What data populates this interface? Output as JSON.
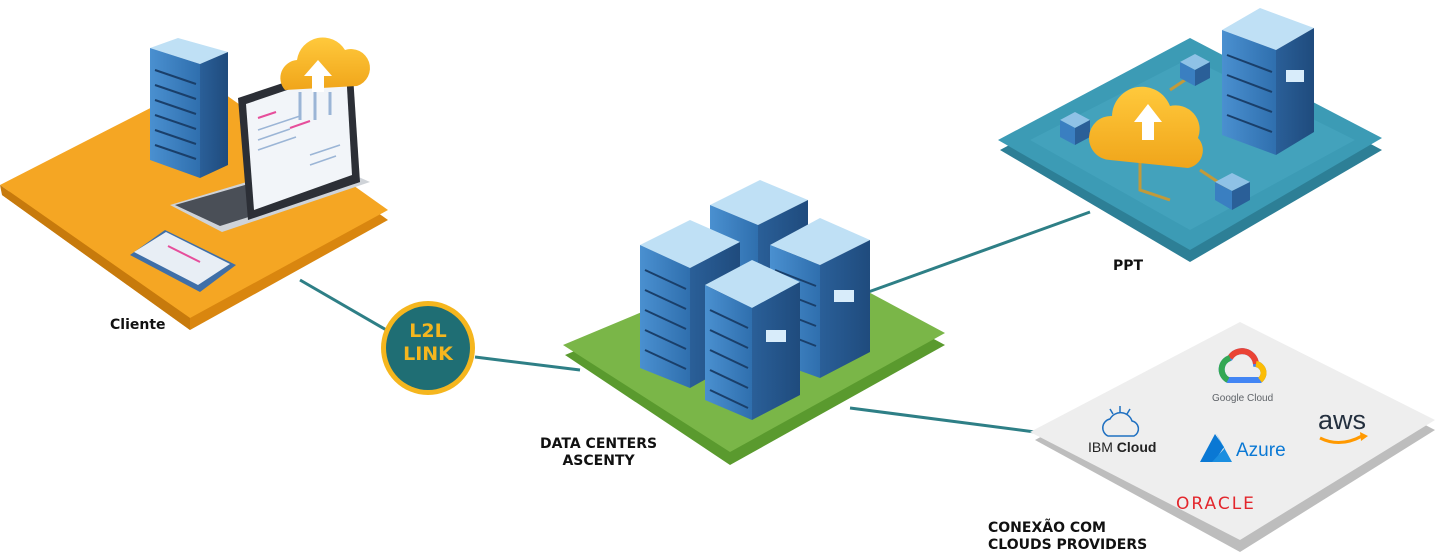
{
  "nodes": {
    "cliente": {
      "label": "Cliente"
    },
    "link": {
      "line1": "L2L",
      "line2": "LINK"
    },
    "datacenters": {
      "line1": "DATA CENTERS",
      "line2": "ASCENTY"
    },
    "ppt": {
      "label": "PPT"
    },
    "clouds": {
      "line1": "CONEXÃO COM",
      "line2": "CLOUDS PROVIDERS"
    }
  },
  "providers": {
    "google": "Google Cloud",
    "ibm_plain": "IBM",
    "ibm_bold": "Cloud",
    "azure": "Azure",
    "aws": "aws",
    "oracle": "ORACLE"
  },
  "colors": {
    "cliente_platform": "#f5a623",
    "datacenter_platform": "#7ab648",
    "ppt_platform": "#3c9bb5",
    "clouds_platform": "#e6e6e6",
    "connector": "#2e7f86",
    "link_badge": "#1f6e74",
    "link_text": "#f5b61e",
    "server": "#3a7fc1"
  },
  "icons": [
    "server-rack-icon",
    "laptop-icon",
    "tablet-icon",
    "upload-cloud-icon",
    "google-cloud-logo",
    "ibm-cloud-logo",
    "azure-logo",
    "aws-logo",
    "oracle-logo"
  ]
}
